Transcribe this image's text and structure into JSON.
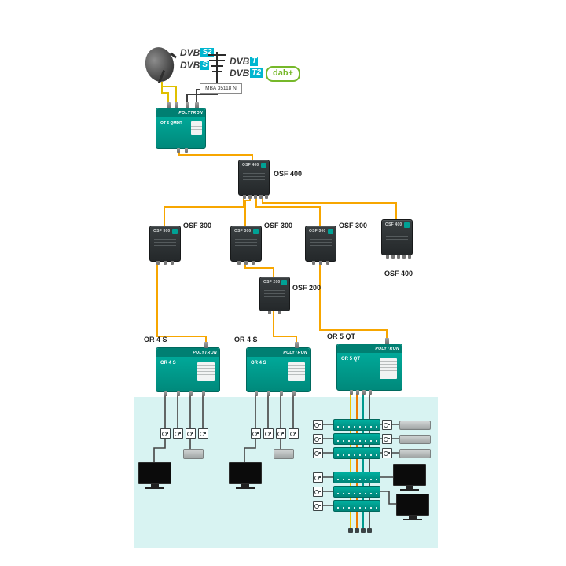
{
  "brand": "POLYTRON",
  "colors": {
    "brand_teal": "#00a295",
    "cable_orange": "#f7a600",
    "sat_cable_yellow": "#e0c000",
    "dvb_badge_cyan": "#00b6d0",
    "dab_green": "#76b82a",
    "network_zone_bg": "#d8f3f2"
  },
  "sources": {
    "dvb_word": "DVB",
    "sat_badges": [
      "S2",
      "S"
    ],
    "ter_badges": [
      "T",
      "T2"
    ],
    "dab_label": "dab+",
    "lnb_label": "MBA 35118 N"
  },
  "devices": {
    "transmitter_model": "OT 5 QMDR",
    "osf400_main": "OSF 400",
    "osf300_1": "OSF 300",
    "osf300_2": "OSF 300",
    "osf300_3": "OSF 300",
    "osf400_right": "OSF 400",
    "osf200": "OSF 200",
    "or4s_1": "OR 4 S",
    "or4s_2": "OR 4 S",
    "or5qt": "OR 5 QT"
  }
}
